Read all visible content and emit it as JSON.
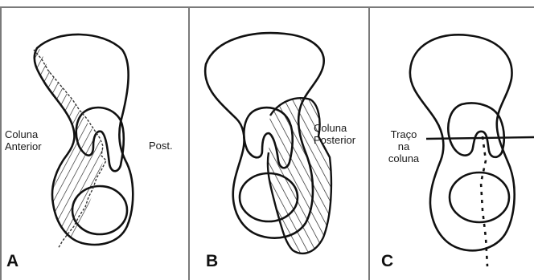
{
  "panels": [
    {
      "letter": "A",
      "labels": {
        "anterior_line1": "Coluna",
        "anterior_line2": "Anterior",
        "posterior": "Post."
      }
    },
    {
      "letter": "B",
      "labels": {
        "posterior_line1": "Coluna",
        "posterior_line2": "Posterior"
      }
    },
    {
      "letter": "C",
      "labels": {
        "line1": "Traço",
        "line2": "na",
        "line3": "coluna"
      }
    }
  ]
}
